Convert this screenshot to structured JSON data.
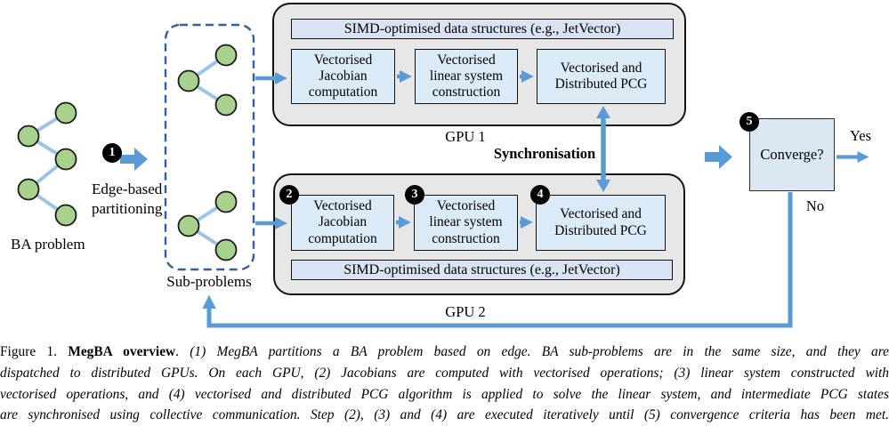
{
  "palette": {
    "arrow_blue": "#5b9bd5",
    "graph_edge_blue": "#9dc3e6",
    "node_green": "#a9d18e",
    "process_box_fill": "#dbeaf7",
    "simd_bar_fill": "#dae3f3",
    "gpu_panel_fill": "#e8e7e7",
    "dashed_border_blue": "#335f9a",
    "badge_fill": "#000000"
  },
  "diagram": {
    "ba_problem_label": "BA problem",
    "partition": {
      "badge": "1",
      "label": "Edge-based\npartitioning"
    },
    "subproblems_label": "Sub-problems",
    "gpu1": {
      "simd_label": "SIMD-optimised data structures (e.g., JetVector)",
      "box_jacobian": "Vectorised\nJacobian\ncomputation",
      "box_linear": "Vectorised\nlinear system\nconstruction",
      "box_pcg": "Vectorised and\nDistributed PCG",
      "label": "GPU 1"
    },
    "sync_label": "Synchronisation",
    "gpu2": {
      "simd_label": "SIMD-optimised data structures (e.g., JetVector)",
      "badge_jacobian": "2",
      "badge_linear": "3",
      "badge_pcg": "4",
      "box_jacobian": "Vectorised\nJacobian\ncomputation",
      "box_linear": "Vectorised\nlinear system\nconstruction",
      "box_pcg": "Vectorised and\nDistributed PCG",
      "label": "GPU 2"
    },
    "converge": {
      "badge": "5",
      "label": "Converge?",
      "yes_label": "Yes",
      "no_label": "No"
    }
  },
  "caption": {
    "figure_prefix": "Figure 1. ",
    "title": "MegBA overview",
    "separator": ". ",
    "line1_rest": "(1) MegBA partitions a BA problem based on edge. BA sub-problems are in the same size, and they are",
    "line2": "dispatched to distributed GPUs. On each GPU, (2) Jacobians are computed with vectorised operations; (3) linear system constructed with",
    "line3": "vectorised operations, and (4) vectorised and distributed PCG algorithm is applied to solve the linear system, and intermediate PCG states",
    "line4": "are synchronised using collective communication. Step (2), (3) and (4) are executed iteratively until (5) convergence criteria has been met."
  }
}
